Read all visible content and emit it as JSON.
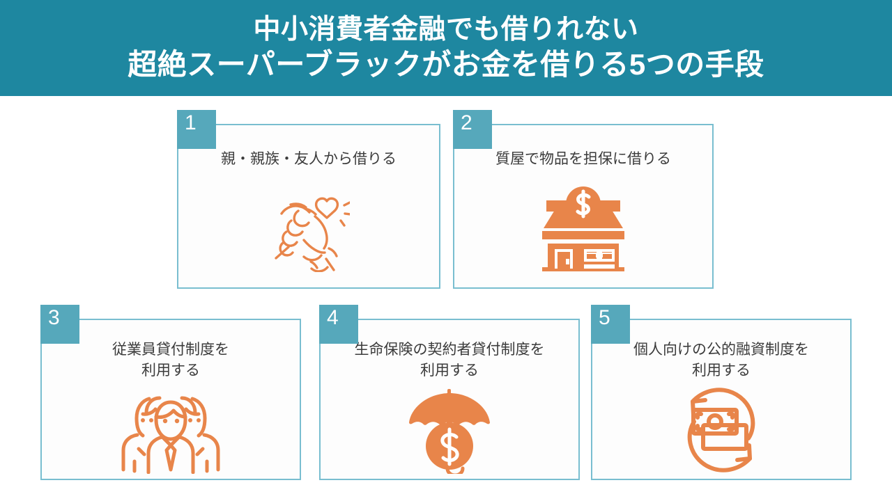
{
  "header": {
    "line1": "中小消費者金融でも借りれない",
    "line2": "超絶スーパーブラックがお金を借りる5つの手段",
    "background_color": "#1e87a0",
    "text_color": "#ffffff"
  },
  "theme": {
    "teal": "#1e87a0",
    "badge_teal": "#56a8bb",
    "card_border": "#79bed0",
    "icon_orange": "#e8854a",
    "body_text": "#3b3b3b",
    "page_background": "#ffffff"
  },
  "cards": [
    {
      "number": "1",
      "title": "親・親族・友人から借りる",
      "icon": "helping-hands-heart-icon"
    },
    {
      "number": "2",
      "title": "質屋で物品を担保に借りる",
      "icon": "pawnshop-store-icon"
    },
    {
      "number": "3",
      "title": "従業員貸付制度を\n利用する",
      "icon": "employees-group-icon"
    },
    {
      "number": "4",
      "title": "生命保険の契約者貸付制度を\n利用する",
      "icon": "umbrella-coin-insurance-icon"
    },
    {
      "number": "5",
      "title": "個人向けの公的融資制度を\n利用する",
      "icon": "money-refresh-cycle-icon"
    }
  ]
}
